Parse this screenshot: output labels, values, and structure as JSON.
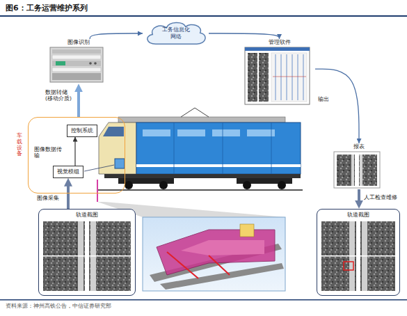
{
  "diagram": {
    "title": "图6：工务运营维护系列",
    "caption": "资料来源：神州高铁公告，中信证券研究部",
    "nodes": [
      {
        "text": [
          "图像识别"
        ]
      },
      {
        "text": [
          "工务信息化网络"
        ]
      },
      {
        "text": [
          "管理软件"
        ]
      },
      {
        "text": [
          "车载设备"
        ]
      },
      {
        "text": [
          "控制系统"
        ],
        "in": 3
      },
      {
        "text": [
          "视觉模组"
        ],
        "in": 3
      },
      {
        "text": [
          "报表"
        ]
      },
      {
        "text": [
          "轨道截图"
        ]
      },
      {
        "text": [
          "轨道截图"
        ]
      }
    ],
    "edges": [
      {
        "from": 3,
        "to": 0,
        "arrow": "to",
        "label": "数据转储 (移动介质)"
      },
      {
        "from": 0,
        "to": 1,
        "arrow": "to"
      },
      {
        "from": 1,
        "to": 2,
        "arrow": "to"
      },
      {
        "from": 2,
        "to": 6,
        "arrow": "to",
        "label": "输出"
      },
      {
        "from": 6,
        "to": 8,
        "arrow": "to",
        "label": "人工检查维修"
      },
      {
        "from": 5,
        "to": 4,
        "arrow": "to",
        "label": "图像数据传输"
      },
      {
        "from": 7,
        "to": 5,
        "arrow": "to",
        "label": "图像采集"
      }
    ]
  }
}
